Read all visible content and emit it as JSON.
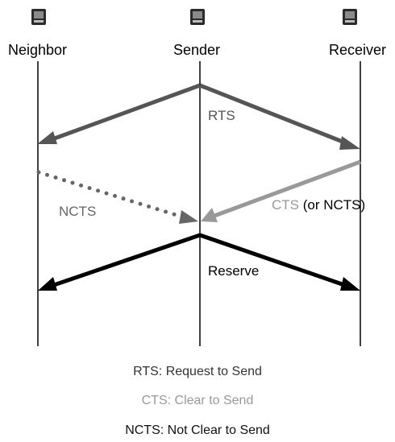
{
  "nodes": {
    "neighbor": {
      "label": "Neighbor",
      "icon": "pda-device-icon"
    },
    "sender": {
      "label": "Sender",
      "icon": "pda-device-icon"
    },
    "receiver": {
      "label": "Receiver",
      "icon": "pda-device-icon"
    }
  },
  "messages": {
    "rts": {
      "label": "RTS",
      "color": "#555555",
      "from": "sender",
      "to": "neighbor, receiver",
      "style": "solid"
    },
    "cts": {
      "label": "CTS",
      "suffix": " (or NCTS)",
      "color": "#999999",
      "from": "receiver",
      "to": "sender",
      "style": "solid"
    },
    "ncts": {
      "label": "NCTS",
      "color": "#666666",
      "from": "neighbor",
      "to": "sender",
      "style": "dotted"
    },
    "reserve": {
      "label": "Reserve",
      "color": "#000000",
      "from": "sender",
      "to": "neighbor, receiver",
      "style": "solid"
    }
  },
  "legend": [
    {
      "text": "RTS: Request to Send",
      "color": "#333333"
    },
    {
      "text": "CTS: Clear to Send",
      "color": "#999999"
    },
    {
      "text": "NCTS: Not Clear to Send",
      "color": "#111111"
    }
  ]
}
